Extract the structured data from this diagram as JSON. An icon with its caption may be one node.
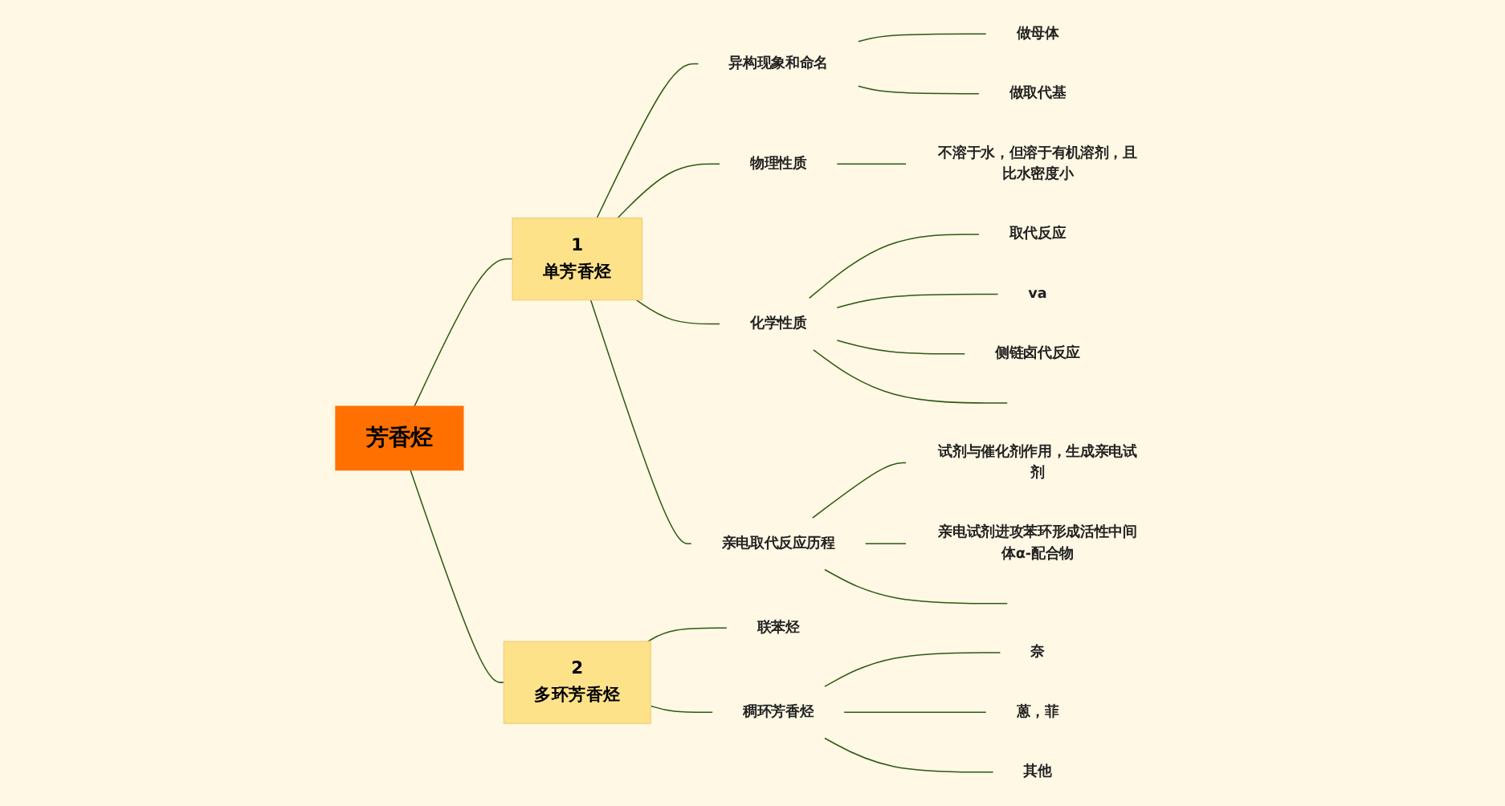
{
  "diagram": {
    "nodes": [
      {
        "text": [
          "芳香烃"
        ]
      },
      {
        "text": [
          "1",
          "单芳香烃"
        ]
      },
      {
        "text": [
          "异构现象和命名"
        ]
      },
      {
        "text": [
          "做母体"
        ]
      },
      {
        "text": [
          "做取代基"
        ]
      },
      {
        "text": [
          "物理性质"
        ]
      },
      {
        "text": [
          "不溶于水，但溶于有机溶剂，且比水密度小"
        ]
      },
      {
        "text": [
          "化学性质"
        ]
      },
      {
        "text": [
          "取代反应"
        ]
      },
      {
        "text": [
          "va"
        ]
      },
      {
        "text": [
          "侧链卤代反应"
        ]
      },
      {
        "text": [
          "亲电取代反应历程"
        ]
      },
      {
        "text": [
          "试剂与催化剂作用，生成亲电试剂"
        ]
      },
      {
        "text": [
          "亲电试剂进攻苯环形成活性中间体α-配合物"
        ]
      },
      {
        "text": [
          "2",
          "多环芳香烃"
        ]
      },
      {
        "text": [
          "联苯烃"
        ]
      },
      {
        "text": [
          "稠环芳香烃"
        ]
      },
      {
        "text": [
          "奈"
        ]
      },
      {
        "text": [
          "蒽，菲"
        ]
      },
      {
        "text": [
          "其他"
        ]
      }
    ],
    "edges": [
      {
        "from": 0,
        "to": 1,
        "arrow": "none"
      },
      {
        "from": 1,
        "to": 2,
        "arrow": "none"
      },
      {
        "from": 2,
        "to": 3,
        "arrow": "none"
      },
      {
        "from": 2,
        "to": 4,
        "arrow": "none"
      },
      {
        "from": 1,
        "to": 5,
        "arrow": "none"
      },
      {
        "from": 5,
        "to": 6,
        "arrow": "none"
      },
      {
        "from": 1,
        "to": 7,
        "arrow": "none"
      },
      {
        "from": 7,
        "to": 8,
        "arrow": "none"
      },
      {
        "from": 7,
        "to": 9,
        "arrow": "none"
      },
      {
        "from": 7,
        "to": 10,
        "arrow": "none"
      },
      {
        "from": 7,
        "to": null,
        "arrow": "none"
      },
      {
        "from": 1,
        "to": 11,
        "arrow": "none"
      },
      {
        "from": 11,
        "to": 12,
        "arrow": "none"
      },
      {
        "from": 11,
        "to": 13,
        "arrow": "none"
      },
      {
        "from": 11,
        "to": null,
        "arrow": "none"
      },
      {
        "from": 0,
        "to": 14,
        "arrow": "none"
      },
      {
        "from": 14,
        "to": 15,
        "arrow": "none"
      },
      {
        "from": 14,
        "to": 16,
        "arrow": "none"
      },
      {
        "from": 16,
        "to": 17,
        "arrow": "none"
      },
      {
        "from": 16,
        "to": 18,
        "arrow": "none"
      },
      {
        "from": 16,
        "to": 19,
        "arrow": "none"
      }
    ]
  }
}
